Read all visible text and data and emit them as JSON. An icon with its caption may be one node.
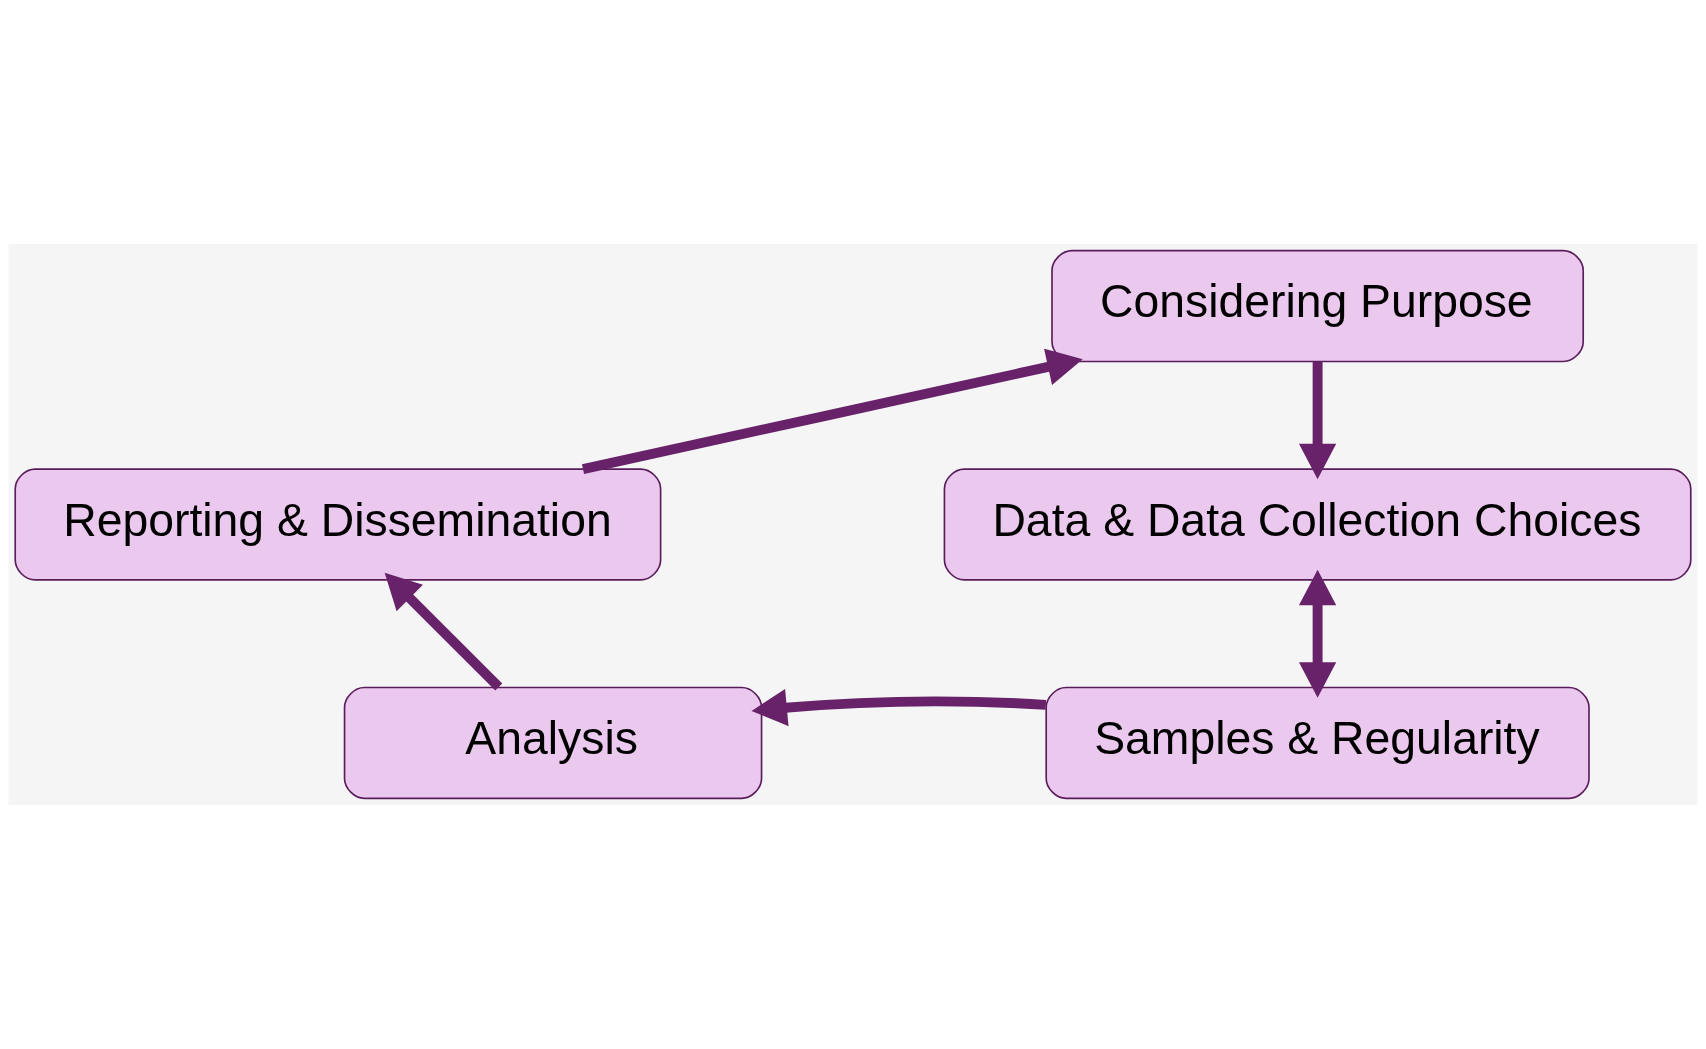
{
  "diagram": {
    "nodes": [
      {
        "text": [
          "Considering Purpose"
        ]
      },
      {
        "text": [
          "Data & Data Collection Choices"
        ]
      },
      {
        "text": [
          "Samples & Regularity"
        ]
      },
      {
        "text": [
          "Analysis"
        ]
      },
      {
        "text": [
          "Reporting & Dissemination"
        ]
      }
    ],
    "edges": [
      {
        "from": 0,
        "to": 1,
        "arrow": "to"
      },
      {
        "from": 1,
        "to": 2,
        "arrow": "both"
      },
      {
        "from": 2,
        "to": 3,
        "arrow": "to"
      },
      {
        "from": 3,
        "to": 4,
        "arrow": "to"
      },
      {
        "from": 4,
        "to": 0,
        "arrow": "to"
      }
    ]
  }
}
